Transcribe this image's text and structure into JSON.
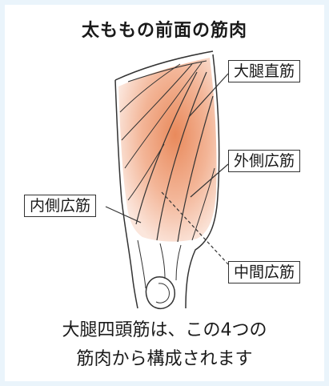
{
  "title": "太ももの前面の筋肉",
  "labels": {
    "rectus_femoris": "大腿直筋",
    "vastus_lateralis": "外側広筋",
    "vastus_medialis": "内側広筋",
    "vastus_intermedius": "中間広筋"
  },
  "caption": {
    "line1": "大腿四頭筋は、この4つの",
    "line2": "筋肉から構成されます"
  },
  "colors": {
    "background": "#eaf4fb",
    "muscle_light": "#f6d3c3",
    "muscle_dark": "#e98a5c",
    "outline": "#333333"
  }
}
